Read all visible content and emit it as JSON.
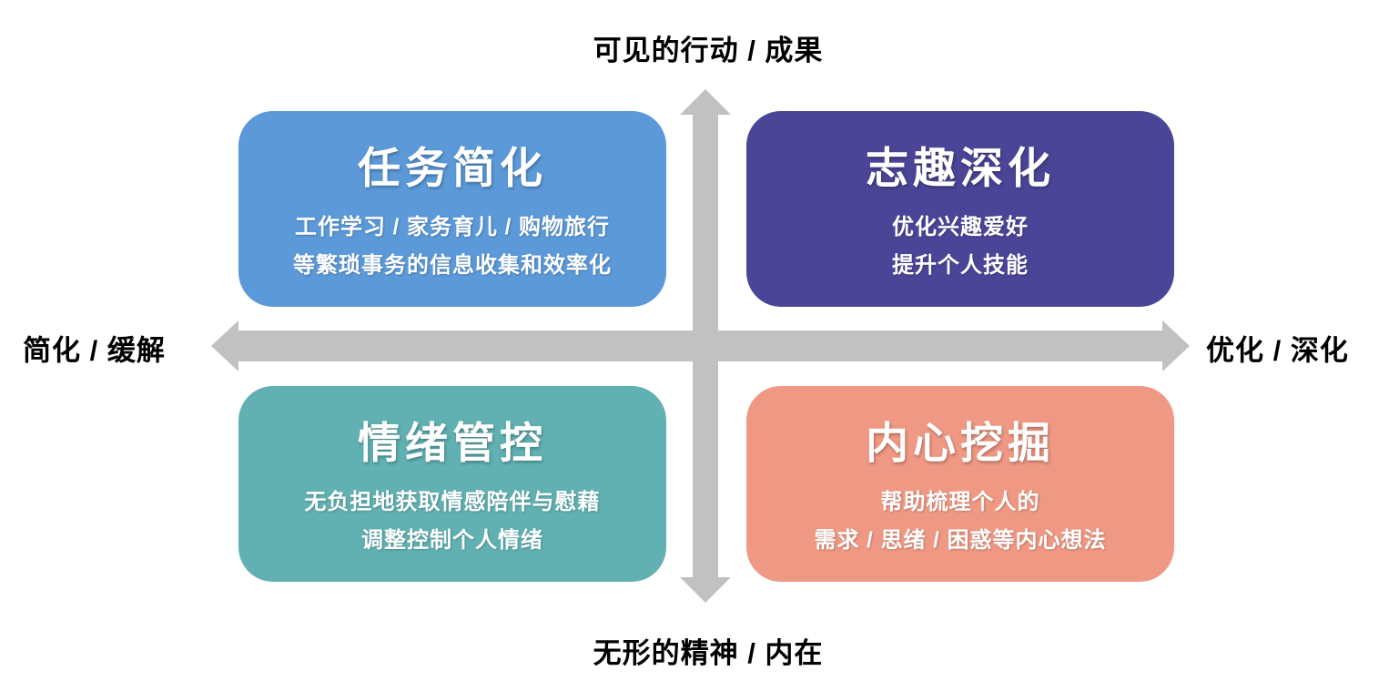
{
  "colors": {
    "background": "#FFFFFF",
    "arrow": "#C1C1C1",
    "axis_text": "#000000",
    "quadrant_text": "#FFFFFF"
  },
  "axes": {
    "top": "可见的行动 / 成果",
    "bottom": "无形的精神 / 内在",
    "left": "简化 / 缓解",
    "right": "优化 / 深化"
  },
  "quadrants": [
    {
      "position": "top-left",
      "title": "任务简化",
      "lines": [
        "工作学习 / 家务育儿 / 购物旅行",
        "等繁琐事务的信息收集和效率化"
      ],
      "color": "#5B99D8"
    },
    {
      "position": "top-right",
      "title": "志趣深化",
      "lines": [
        "优化兴趣爱好",
        "提升个人技能"
      ],
      "color": "#4B4598"
    },
    {
      "position": "bottom-left",
      "title": "情绪管控",
      "lines": [
        "无负担地获取情感陪伴与慰藉",
        "调整控制个人情绪"
      ],
      "color": "#61B1B2"
    },
    {
      "position": "bottom-right",
      "title": "内心挖掘",
      "lines": [
        "帮助梳理个人的",
        "需求 / 思绪 / 困惑等内心想法"
      ],
      "color": "#EF9883"
    }
  ]
}
